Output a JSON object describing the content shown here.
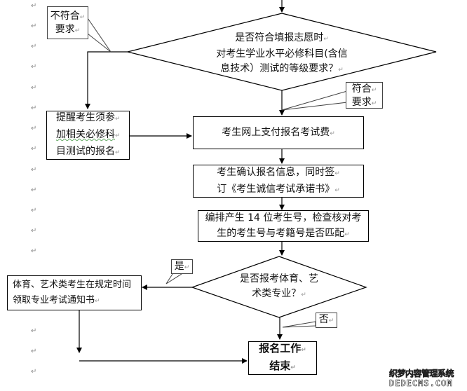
{
  "diagram": {
    "type": "flowchart",
    "paragraph_mark": "↵",
    "decision1": {
      "lines": [
        "是否符合填报志愿时",
        "对考生学业水平必修科目(含信",
        "息技术）测试的等级要求？"
      ]
    },
    "callout_not_meet": {
      "lines": [
        "不符合",
        "要求"
      ]
    },
    "callout_meet": {
      "lines": [
        "符合",
        "要求"
      ]
    },
    "remind_box": {
      "lines": [
        "提醒考生须参",
        "加相关必修科",
        "目测试的报名"
      ]
    },
    "pay_box": {
      "lines": [
        "考生网上支付报名考试费"
      ]
    },
    "confirm_box": {
      "lines": [
        "考生确认报名信息，同时签",
        "订《考生诚信考试承诺书》"
      ]
    },
    "number_box": {
      "lines": [
        "编排产生 14 位考生号，检查核对考",
        "生的考生号与考籍号是否匹配"
      ]
    },
    "decision2": {
      "lines": [
        "是否报考体育、艺",
        "术类专业？"
      ]
    },
    "callout_yes": {
      "lines": [
        "是"
      ]
    },
    "callout_no": {
      "lines": [
        "否"
      ]
    },
    "art_box": {
      "lines": [
        "体育、艺术类考生在规定时间",
        "领取专业考试通知书"
      ]
    },
    "end_box": {
      "lines": [
        "报名工作",
        "结束"
      ]
    }
  },
  "watermark": {
    "line1": "织梦内容管理系统",
    "line2": "DEDECMS.COM"
  }
}
